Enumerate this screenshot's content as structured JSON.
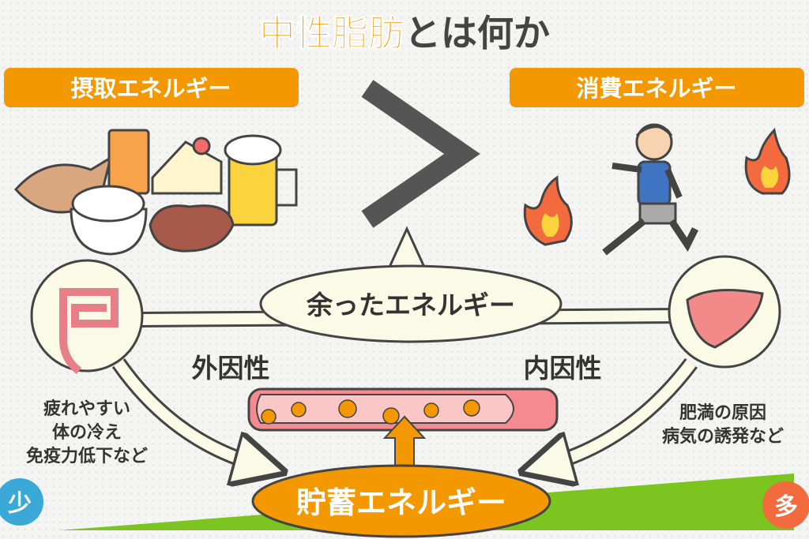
{
  "title": {
    "highlight": "中性脂肪",
    "rest": "とは何か"
  },
  "intake_label": "摂取エネルギー",
  "consumption_label": "消費エネルギー",
  "comparison_symbol": ">",
  "surplus_label": "余ったエネルギー",
  "exogenous_label": "外因性",
  "endogenous_label": "内因性",
  "left_effects": [
    "疲れやすい",
    "体の冷え",
    "免疫力低下など"
  ],
  "right_effects": [
    "肥満の原因",
    "病気の誘発など"
  ],
  "storage_label": "貯蓄エネルギー",
  "scale": {
    "low": "少",
    "high": "多"
  },
  "colors": {
    "orange": "#f39800",
    "green": "#7cc41f",
    "blue": "#3aa9d8",
    "red": "#f26a3d",
    "cream": "#fafae6"
  }
}
